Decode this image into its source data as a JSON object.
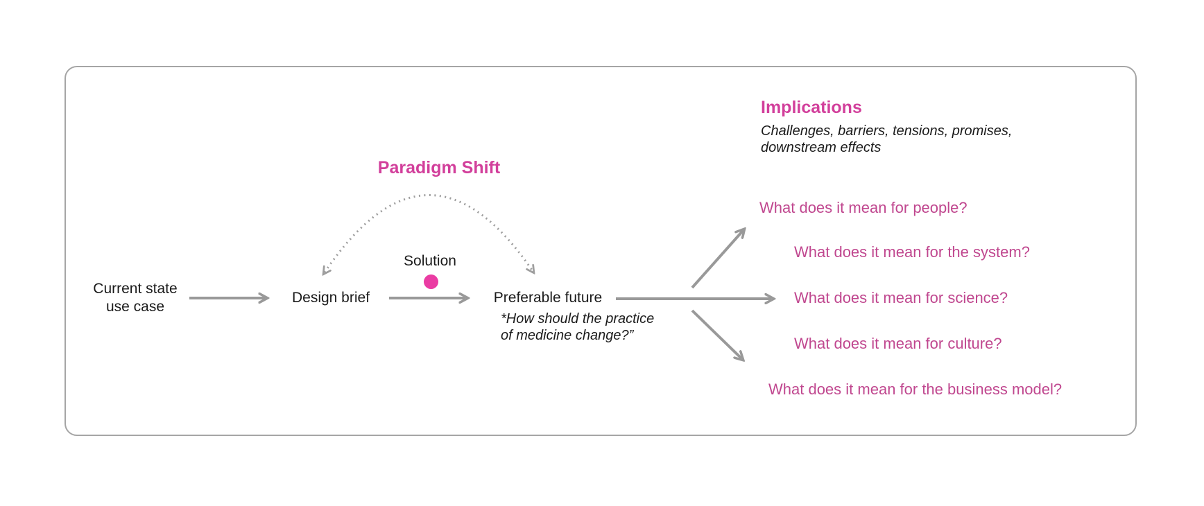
{
  "colors": {
    "pink_header": "#d23f9b",
    "pink_question": "#c0478f",
    "pink_dot": "#ea3ca3",
    "gray_arrow": "#999999",
    "gray_arc": "#9e9e9e",
    "gray_border": "#a5a5a5",
    "text_black": "#1b1b1b"
  },
  "diagram": {
    "nodes": {
      "current_state": "Current state\nuse case",
      "design_brief": "Design brief",
      "preferable_future": "Preferable future",
      "future_caption": "*How should the practice\nof medicine change?”"
    },
    "labels": {
      "paradigm_shift": "Paradigm Shift",
      "solution": "Solution"
    },
    "icons": {
      "solution_dot": "pink-circle",
      "paradigm_arc": "dotted-double-arrow-arc",
      "flow_arrows": "gray-right-arrows",
      "fan_arrows": "three-way-fan-arrows"
    },
    "implications": {
      "title": "Implications",
      "subtitle": "Challenges, barriers, tensions, promises,\ndownstream effects",
      "questions": [
        "What does it mean for people?",
        "What does it mean for the system?",
        "What does it mean for science?",
        "What does it mean for culture?",
        "What does it mean for the business model?"
      ]
    }
  }
}
